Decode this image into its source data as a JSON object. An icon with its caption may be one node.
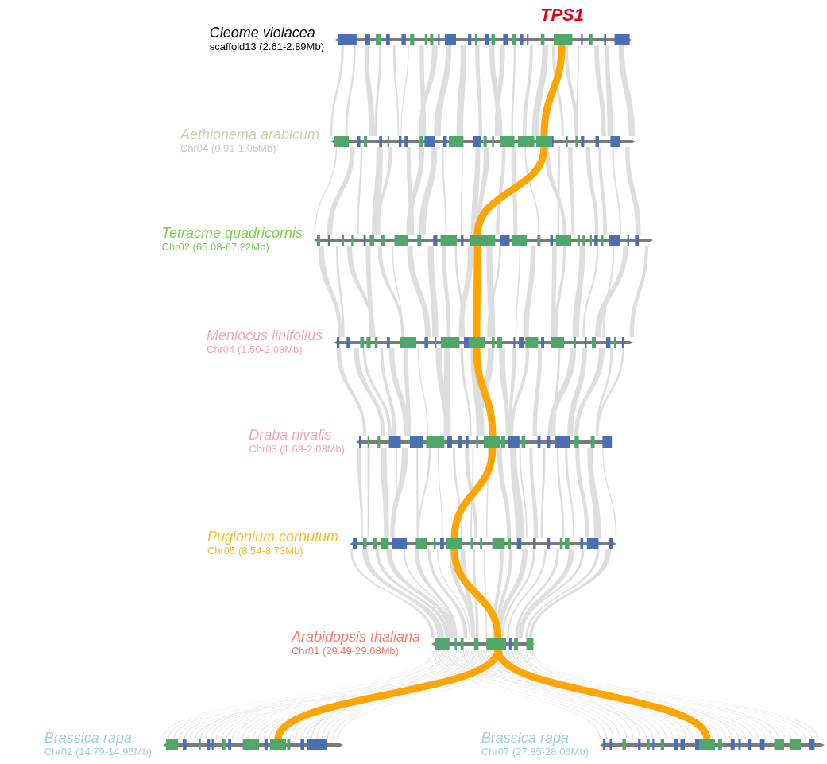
{
  "diagram": {
    "nodes": [
      {
        "text": [],
        "shape": "bar",
        "beside": [
          "Cleome violacea",
          "scaffold13 (2.61-2.89Mb)"
        ]
      },
      {
        "text": [],
        "shape": "bar",
        "beside": [
          "Aethionema arabicum",
          "Chr04 (0.91-1.05Mb)"
        ]
      },
      {
        "text": [],
        "shape": "bar",
        "beside": [
          "Tetracme quadricornis",
          "Chr02 (65.08-67.22Mb)"
        ]
      },
      {
        "text": [],
        "shape": "bar",
        "beside": [
          "Meniocus linifolius",
          "Chr04 (1.50-2.08Mb)"
        ]
      },
      {
        "text": [],
        "shape": "bar",
        "beside": [
          "Draba nivalis",
          "Chr03 (1.69-2.03Mb)"
        ]
      },
      {
        "text": [],
        "shape": "bar",
        "beside": [
          "Pugionium cornutum",
          "Chr05 (8.54-8.73Mb)"
        ]
      },
      {
        "text": [],
        "shape": "bar",
        "beside": [
          "Arabidopsis thaliana",
          "Chr01 (29.49-29.68Mb)"
        ]
      },
      {
        "text": [],
        "shape": "bar",
        "beside": [
          "Brassica rapa",
          "Chr02 (14.79-14.96Mb)"
        ]
      },
      {
        "text": [],
        "shape": "bar",
        "beside": [
          "Brassica rapa",
          "Chr07 (27.85-28.06Mb)"
        ]
      }
    ],
    "edges": [
      {
        "from": 0,
        "to": 1,
        "arrow": "none"
      },
      {
        "from": 1,
        "to": 2,
        "arrow": "none"
      },
      {
        "from": 2,
        "to": 3,
        "arrow": "none"
      },
      {
        "from": 3,
        "to": 4,
        "arrow": "none"
      },
      {
        "from": 4,
        "to": 5,
        "arrow": "none"
      },
      {
        "from": 5,
        "to": 6,
        "arrow": "none"
      },
      {
        "from": 6,
        "to": 7,
        "arrow": "none"
      },
      {
        "from": 6,
        "to": 8,
        "arrow": "none"
      }
    ],
    "labels": [
      "TPS1"
    ]
  }
}
